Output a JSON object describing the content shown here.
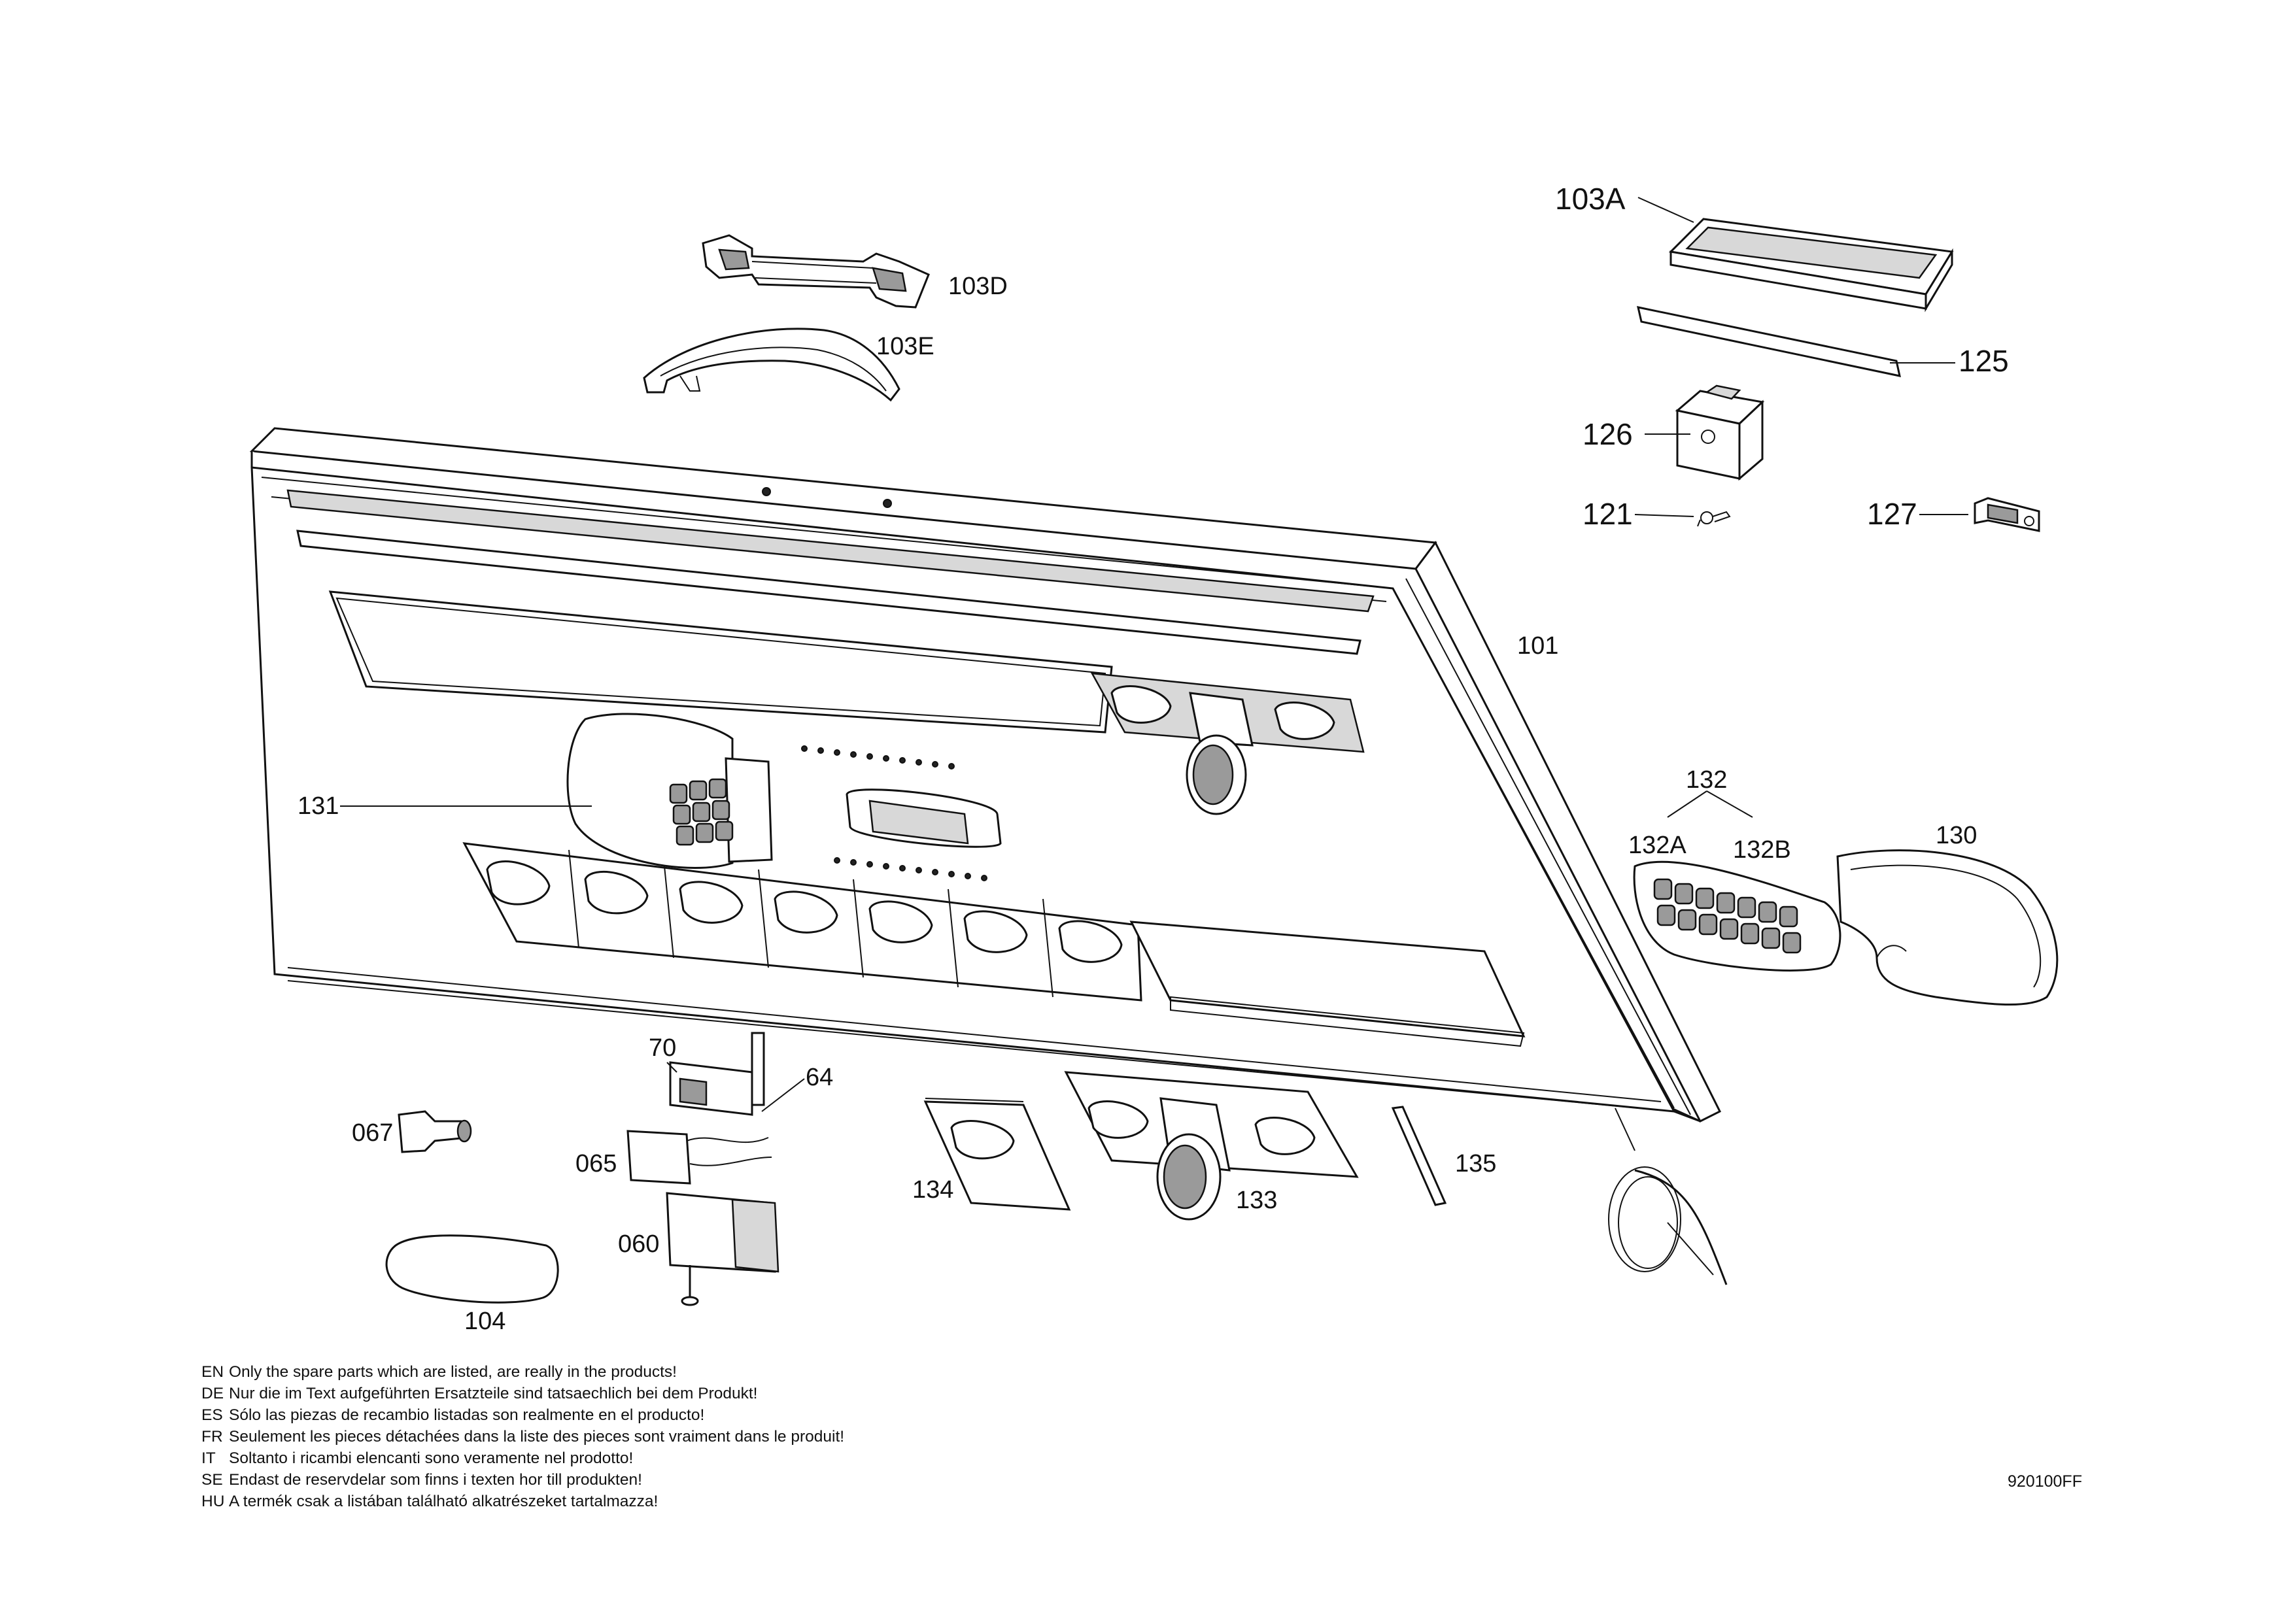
{
  "labels": {
    "p103A": "103A",
    "p103D": "103D",
    "p103E": "103E",
    "p125": "125",
    "p126": "126",
    "p121": "121",
    "p127": "127",
    "p101": "101",
    "p131": "131",
    "p132": "132",
    "p132A": "132A",
    "p132B": "132B",
    "p130": "130",
    "p70": "70",
    "p64": "64",
    "p067": "067",
    "p065": "065",
    "p060": "060",
    "p104": "104",
    "p134": "134",
    "p133": "133",
    "p135": "135"
  },
  "notes": [
    {
      "lang": "EN",
      "text": "Only the spare parts which are listed, are really in the products!"
    },
    {
      "lang": "DE",
      "text": "Nur die im Text aufgeführten Ersatzteile sind tatsaechlich bei dem Produkt!"
    },
    {
      "lang": "ES",
      "text": "Sólo las piezas de recambio  listadas son realmente en el producto!"
    },
    {
      "lang": "FR",
      "text": "Seulement les pieces détachées dans la liste des pieces sont vraiment dans le produit!"
    },
    {
      "lang": "IT",
      "text": "Soltanto i ricambi elencanti sono veramente nel prodotto!"
    },
    {
      "lang": "SE",
      "text": "Endast de reservdelar som finns i texten hor till produkten!"
    },
    {
      "lang": "HU",
      "text": "A termék csak a listában található alkatrészeket tartalmazza!"
    }
  ],
  "drawing_number": "920100FF"
}
